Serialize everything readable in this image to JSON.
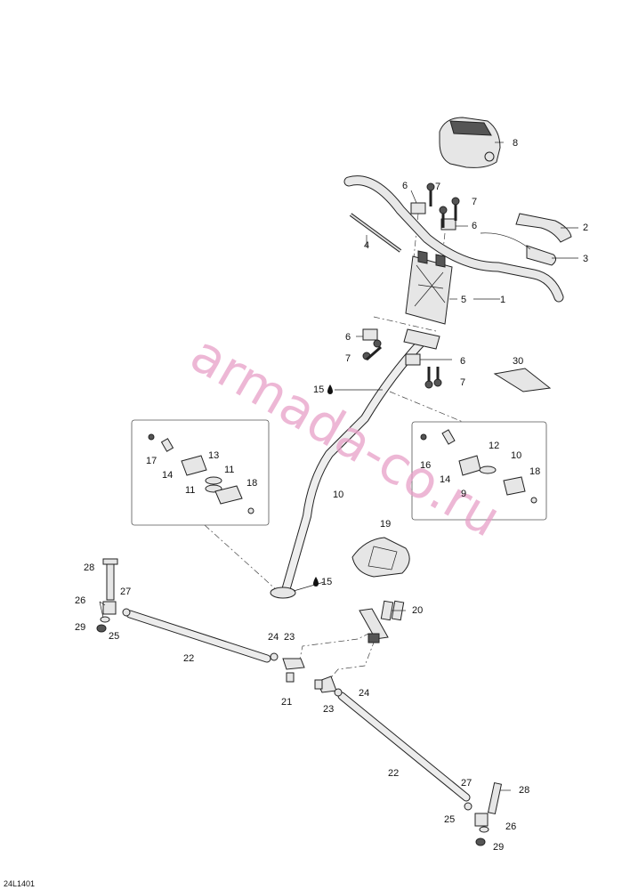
{
  "diagram_code": "24L1401",
  "watermark": "armada-co.ru",
  "glue_symbol": "drop-icon",
  "callouts": [
    {
      "id": "c1",
      "text": "1"
    },
    {
      "id": "c2",
      "text": "2"
    },
    {
      "id": "c3",
      "text": "3"
    },
    {
      "id": "c4",
      "text": "4"
    },
    {
      "id": "c5",
      "text": "5"
    },
    {
      "id": "c6a",
      "text": "6"
    },
    {
      "id": "c6b",
      "text": "6"
    },
    {
      "id": "c6c",
      "text": "6"
    },
    {
      "id": "c6d",
      "text": "6"
    },
    {
      "id": "c7a",
      "text": "7"
    },
    {
      "id": "c7b",
      "text": "7"
    },
    {
      "id": "c7c",
      "text": "7"
    },
    {
      "id": "c7d",
      "text": "7"
    },
    {
      "id": "c8",
      "text": "8"
    },
    {
      "id": "c9",
      "text": "9"
    },
    {
      "id": "c10a",
      "text": "10"
    },
    {
      "id": "c10b",
      "text": "10"
    },
    {
      "id": "c11a",
      "text": "11"
    },
    {
      "id": "c11b",
      "text": "11"
    },
    {
      "id": "c12",
      "text": "12"
    },
    {
      "id": "c13",
      "text": "13"
    },
    {
      "id": "c14a",
      "text": "14"
    },
    {
      "id": "c14b",
      "text": "14"
    },
    {
      "id": "c15a",
      "text": "15"
    },
    {
      "id": "c15b",
      "text": "15"
    },
    {
      "id": "c16",
      "text": "16"
    },
    {
      "id": "c17",
      "text": "17"
    },
    {
      "id": "c18a",
      "text": "18"
    },
    {
      "id": "c18b",
      "text": "18"
    },
    {
      "id": "c19",
      "text": "19"
    },
    {
      "id": "c20",
      "text": "20"
    },
    {
      "id": "c21",
      "text": "21"
    },
    {
      "id": "c22a",
      "text": "22"
    },
    {
      "id": "c22b",
      "text": "22"
    },
    {
      "id": "c23a",
      "text": "23"
    },
    {
      "id": "c23b",
      "text": "23"
    },
    {
      "id": "c24a",
      "text": "24"
    },
    {
      "id": "c24b",
      "text": "24"
    },
    {
      "id": "c25a",
      "text": "25"
    },
    {
      "id": "c25b",
      "text": "25"
    },
    {
      "id": "c26a",
      "text": "26"
    },
    {
      "id": "c26b",
      "text": "26"
    },
    {
      "id": "c27a",
      "text": "27"
    },
    {
      "id": "c27b",
      "text": "27"
    },
    {
      "id": "c28a",
      "text": "28"
    },
    {
      "id": "c28b",
      "text": "28"
    },
    {
      "id": "c29a",
      "text": "29"
    },
    {
      "id": "c29b",
      "text": "29"
    },
    {
      "id": "c30",
      "text": "30"
    }
  ]
}
